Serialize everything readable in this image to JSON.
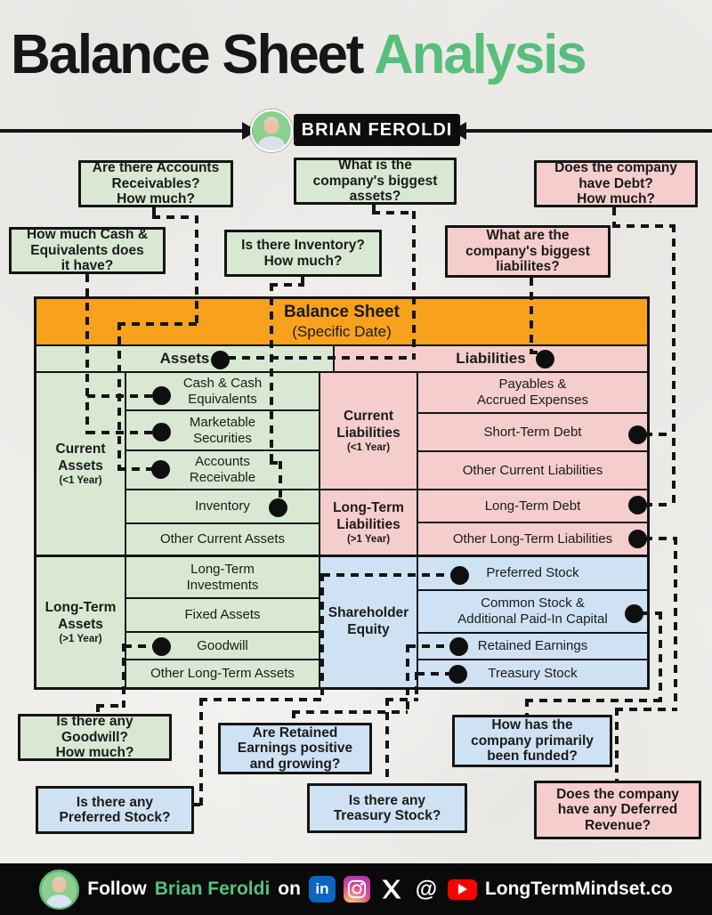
{
  "title": {
    "black": "Balance Sheet",
    "green": "Analysis"
  },
  "author_badge": "BRIAN FEROLDI",
  "colors": {
    "title_green": "#57be7c",
    "box_green": "#d9e8d2",
    "box_pink": "#f5cdcd",
    "box_blue": "#cfe2f3",
    "table_orange": "#f7a11d",
    "footer_name_green": "#56c17e",
    "linkedin_blue": "#0a66c2",
    "youtube_red": "#ff0000"
  },
  "callouts": [
    {
      "id": "accounts-receivables",
      "text": "Are there Accounts\nReceivables?\nHow much?"
    },
    {
      "id": "biggest-assets",
      "text": "What is the\ncompany's biggest\nassets?"
    },
    {
      "id": "debt",
      "text": "Does the company\nhave Debt?\nHow much?"
    },
    {
      "id": "cash",
      "text": "How much Cash &\nEquivalents does\nit have?"
    },
    {
      "id": "inventory",
      "text": "Is there Inventory?\nHow much?"
    },
    {
      "id": "biggest-liabilities",
      "text": "What are the\ncompany's biggest\nliabilites?"
    },
    {
      "id": "goodwill",
      "text": "Is there any\nGoodwill?\nHow much?"
    },
    {
      "id": "retained-earnings",
      "text": "Are Retained\nEarnings positive\nand growing?"
    },
    {
      "id": "funded",
      "text": "How has the\ncompany primarily\nbeen funded?"
    },
    {
      "id": "preferred-stock",
      "text": "Is there any\nPreferred Stock?"
    },
    {
      "id": "treasury-stock",
      "text": "Is there any\nTreasury Stock?"
    },
    {
      "id": "deferred-revenue",
      "text": "Does the company\nhave any Deferred\nRevenue?"
    }
  ],
  "table": {
    "title": "Balance Sheet",
    "subtitle": "(Specific Date)",
    "assets_label": "Assets",
    "liabilities_label": "Liabilities",
    "sections": {
      "current_assets": {
        "label": "Current\nAssets",
        "note": "(<1 Year)"
      },
      "long_term_assets": {
        "label": "Long-Term\nAssets",
        "note": "(>1 Year)"
      },
      "current_liabilities": {
        "label": "Current\nLiabilities",
        "note": "(<1 Year)"
      },
      "long_term_liabilities": {
        "label": "Long-Term\nLiabilities",
        "note": "(>1 Year)"
      },
      "shareholder_equity": {
        "label": "Shareholder\nEquity"
      }
    },
    "current_asset_rows": [
      "Cash & Cash\nEquivalents",
      "Marketable\nSecurities",
      "Accounts\nReceivable",
      "Inventory",
      "Other Current Assets"
    ],
    "long_term_asset_rows": [
      "Long-Term\nInvestments",
      "Fixed Assets",
      "Goodwill",
      "Other Long-Term Assets"
    ],
    "current_liability_rows": [
      "Payables &\nAccrued Expenses",
      "Short-Term Debt",
      "Other Current Liabilities"
    ],
    "long_term_liability_rows": [
      "Long-Term Debt",
      "Other Long-Term Liabilities"
    ],
    "equity_rows": [
      "Preferred Stock",
      "Common Stock &\nAdditional Paid-In Capital",
      "Retained Earnings",
      "Treasury Stock"
    ]
  },
  "footer": {
    "follow": "Follow",
    "name": "Brian Feroldi",
    "on": "on",
    "site": "LongTermMindset.co",
    "linkedin_glyph": "in",
    "threads_glyph": "@",
    "icons": [
      "linkedin",
      "instagram",
      "x",
      "threads",
      "youtube"
    ]
  }
}
